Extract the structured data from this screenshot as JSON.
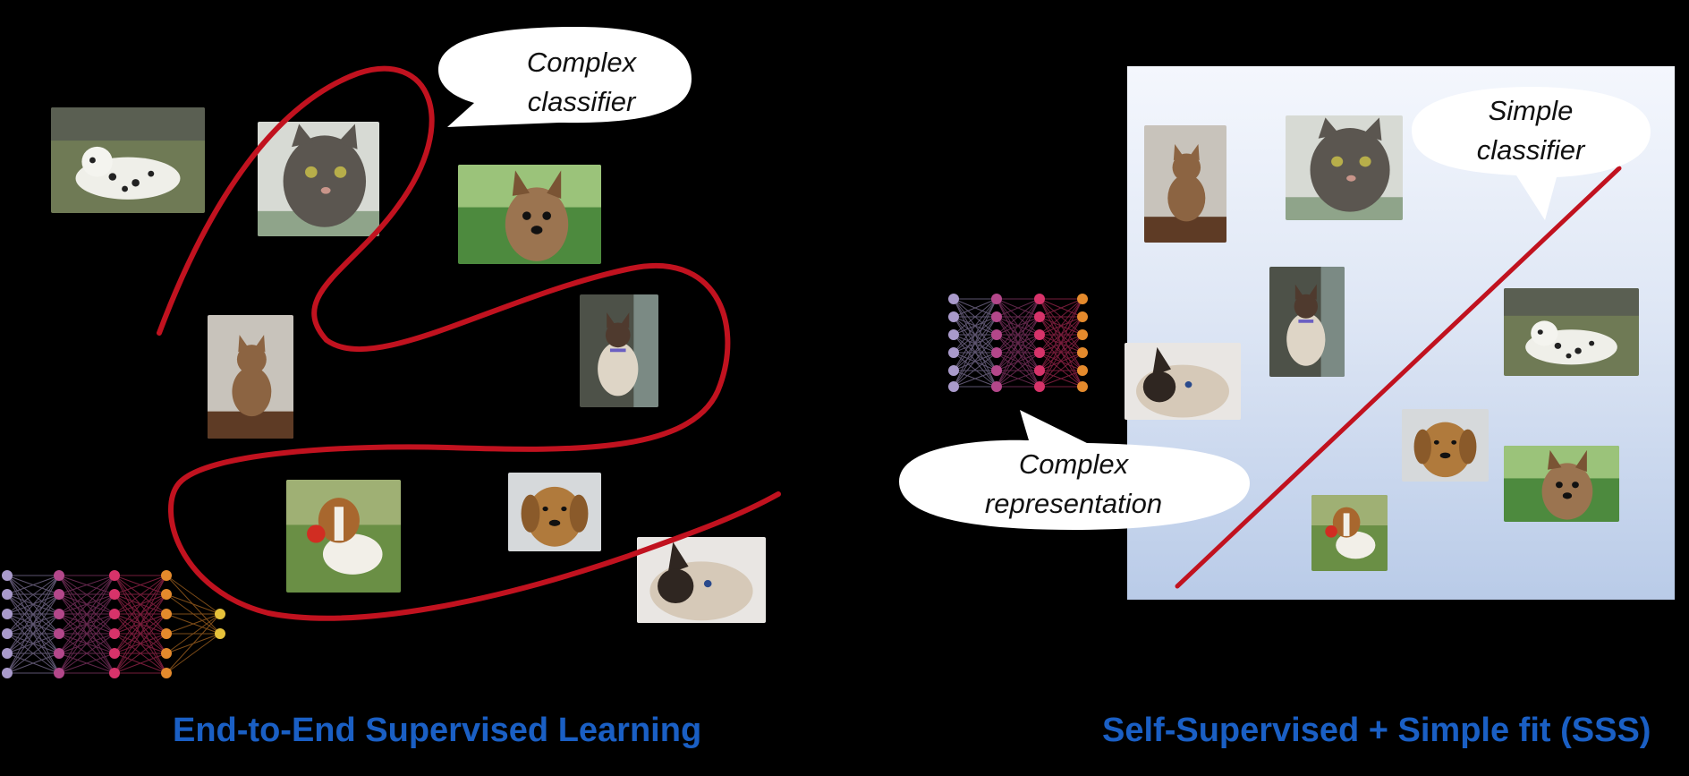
{
  "left_section": {
    "bubble": {
      "line1": "Complex",
      "line2": "classifier"
    },
    "caption": "End-to-End Supervised Learning"
  },
  "right_section": {
    "classifier_bubble": {
      "line1": "Simple",
      "line2": "classifier"
    },
    "representation_bubble": {
      "line1": "Complex",
      "line2": "representation"
    },
    "caption_prefix": "Self-Supervised + ",
    "caption_suffix": "Simple fit (SSS)"
  },
  "colors": {
    "background": "#000000",
    "boundary_line": "#c1121f",
    "caption": "#1a5fc4",
    "nn_purple": "#a99acb",
    "nn_magenta": "#b3478a",
    "nn_pink": "#d7336a",
    "nn_orange": "#e48a2c",
    "nn_yellow": "#e6c13a"
  },
  "photos": [
    {
      "name": "dalmatian",
      "subject": "dog"
    },
    {
      "name": "tabby-cat",
      "subject": "cat"
    },
    {
      "name": "yorkshire-terrier",
      "subject": "dog"
    },
    {
      "name": "kitten",
      "subject": "cat"
    },
    {
      "name": "siamese-cat",
      "subject": "cat"
    },
    {
      "name": "beagle",
      "subject": "dog"
    },
    {
      "name": "golden-retriever",
      "subject": "dog"
    },
    {
      "name": "siamese-cat-closeup",
      "subject": "cat"
    }
  ]
}
